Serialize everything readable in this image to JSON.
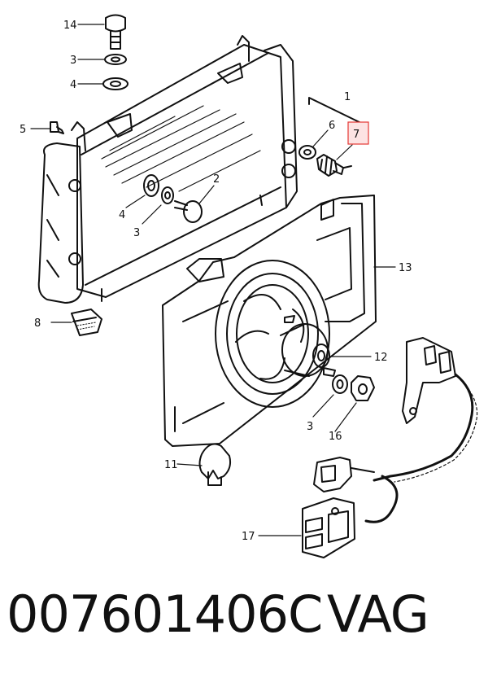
{
  "callouts": {
    "c14": "14",
    "c3a": "3",
    "c4a": "4",
    "c5": "5",
    "c1": "1",
    "c6": "6",
    "c7": "7",
    "c2": "2",
    "c4b": "4",
    "c3b": "3",
    "c13": "13",
    "c8": "8",
    "c12": "12",
    "c3c": "3",
    "c16": "16",
    "c11": "11",
    "c17": "17"
  },
  "highlight_color": "#e53935",
  "footer": {
    "part_number": "007601406C",
    "brand": "VAG"
  }
}
